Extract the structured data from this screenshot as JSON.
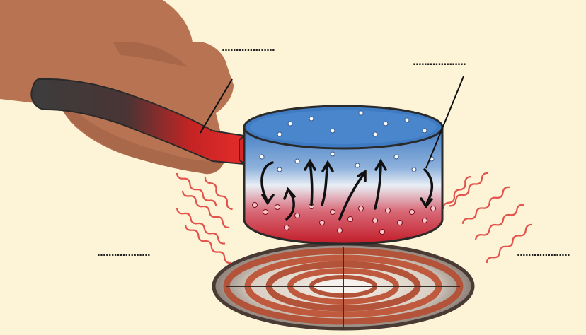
{
  "colors": {
    "background": "#fdf3d6",
    "hand_skin": "#b97552",
    "water_top": "#4f86c6",
    "water_hot": "#c9202a",
    "handle_dark": "#3a3a3a",
    "handle_hot": "#e02a2a",
    "heat_wave": "#e0504a",
    "burner_coil": "#b3543a"
  },
  "labels": {
    "handle_blank": "...................",
    "water_blank": "...................",
    "left_heat_blank": "...................",
    "right_heat_blank": "..................."
  },
  "icons": {
    "hand": "hand-illustration",
    "pot": "saucepan-illustration",
    "burner": "electric-coil-burner",
    "waves": "heat-radiation-waves",
    "arrows": "convection-current-arrows",
    "bubbles": "water-bubbles"
  }
}
